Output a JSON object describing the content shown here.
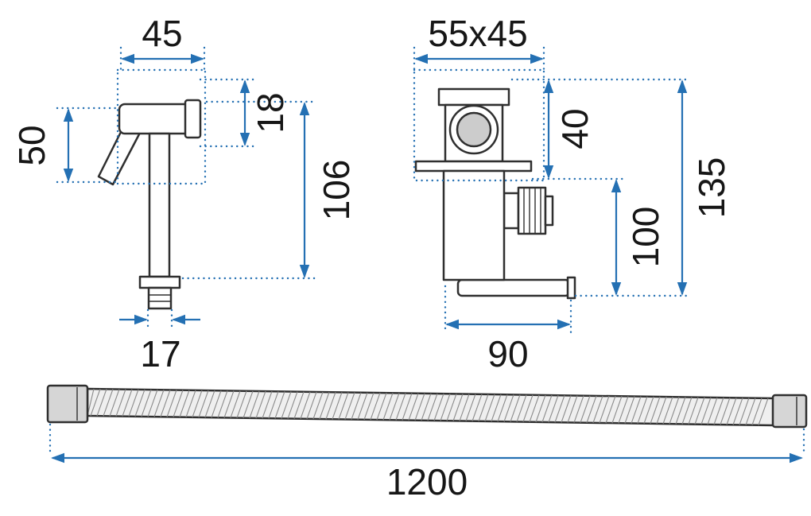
{
  "drawing": {
    "kind": "technical-dimension-drawing",
    "subject": "bidet-sprayer-set",
    "colors": {
      "dimension_blue": "#2470b3",
      "outline_dark": "#2f2f2f",
      "metal_gray": "#d6d6d6",
      "background": "#ffffff"
    },
    "sprayer": {
      "head_width": "45",
      "head_height": "50",
      "head_thickness": "18",
      "body_length": "106",
      "connector_width": "17"
    },
    "valve": {
      "faceplate_size": "55x45",
      "upper_height": "40",
      "lower_height": "100",
      "total_height": "135",
      "spout_reach": "90"
    },
    "hose": {
      "length": "1200"
    }
  }
}
